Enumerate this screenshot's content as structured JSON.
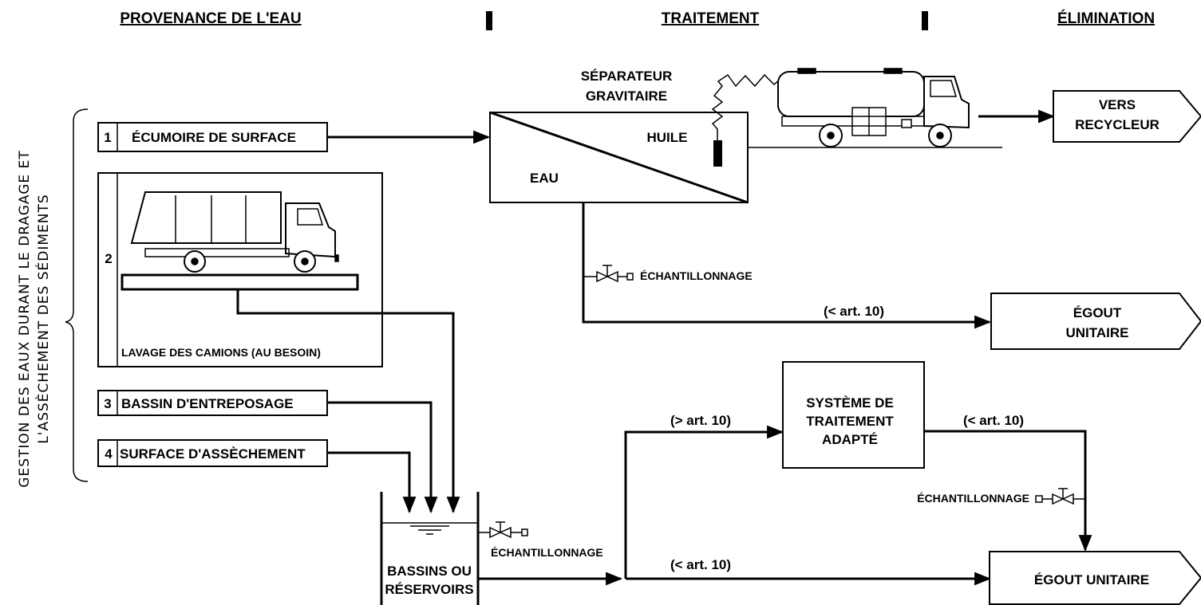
{
  "headers": {
    "provenance": "PROVENANCE DE L'EAU",
    "traitement": "TRAITEMENT",
    "elimination": "ÉLIMINATION"
  },
  "side_label": {
    "line1": "GESTION DES EAUX DURANT LE DRAGAGE ET",
    "line2": "L'ASSÈCHEMENT DES SÉDIMENTS"
  },
  "sources": [
    {
      "num": "1",
      "label": "ÉCUMOIRE DE SURFACE"
    },
    {
      "num": "2",
      "label": "LAVAGE DES CAMIONS (AU BESOIN)"
    },
    {
      "num": "3",
      "label": "BASSIN D'ENTREPOSAGE"
    },
    {
      "num": "4",
      "label": "SURFACE D'ASSÈCHEMENT"
    }
  ],
  "separator": {
    "title_line1": "SÉPARATEUR",
    "title_line2": "GRAVITAIRE",
    "oil": "HUILE",
    "water": "EAU"
  },
  "recycler": {
    "line1": "VERS",
    "line2": "RECYCLEUR"
  },
  "sewer_top": {
    "line1": "ÉGOUT",
    "line2": "UNITAIRE"
  },
  "sewer_bottom": {
    "label": "ÉGOUT UNITAIRE"
  },
  "basins": {
    "line1": "BASSINS OU",
    "line2": "RÉSERVOIRS"
  },
  "treatment": {
    "line1": "SYSTÈME DE",
    "line2": "TRAITEMENT",
    "line3": "ADAPTÉ"
  },
  "sampling": {
    "separator_outlet": "ÉCHANTILLONNAGE",
    "basin_outlet": "ÉCHANTILLONNAGE",
    "treatment_outlet": "ÉCHANTILLONNAGE"
  },
  "flow_labels": {
    "to_sewer_top": "(< art. 10)",
    "to_treatment": "(> art. 10)",
    "from_treatment": "(< art. 10)",
    "bypass": "(< art. 10)"
  }
}
